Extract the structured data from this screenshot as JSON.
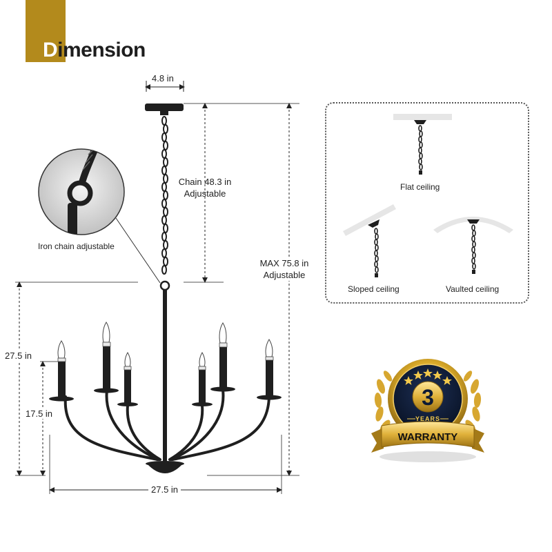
{
  "header": {
    "title_first": "D",
    "title_rest": "imension"
  },
  "dimensions": {
    "canopy_width": "4.8 in",
    "chain_line1": "Chain 48.3 in",
    "chain_line2": "Adjustable",
    "max_line1": "MAX 75.8 in",
    "max_line2": "Adjustable",
    "height_total": "27.5 in",
    "height_arms": "17.5 in",
    "width": "27.5 in"
  },
  "detail": {
    "caption": "Iron chain adjustable"
  },
  "ceilings": {
    "flat": "Flat ceiling",
    "sloped": "Sloped ceiling",
    "vaulted": "Vaulted ceiling"
  },
  "badge": {
    "number": "3",
    "years": "YEARS",
    "banner": "WARRANTY"
  },
  "colors": {
    "gold": "#b38a1c",
    "fixture": "#1f1f1f",
    "badge_navy": "#0c1a35"
  }
}
